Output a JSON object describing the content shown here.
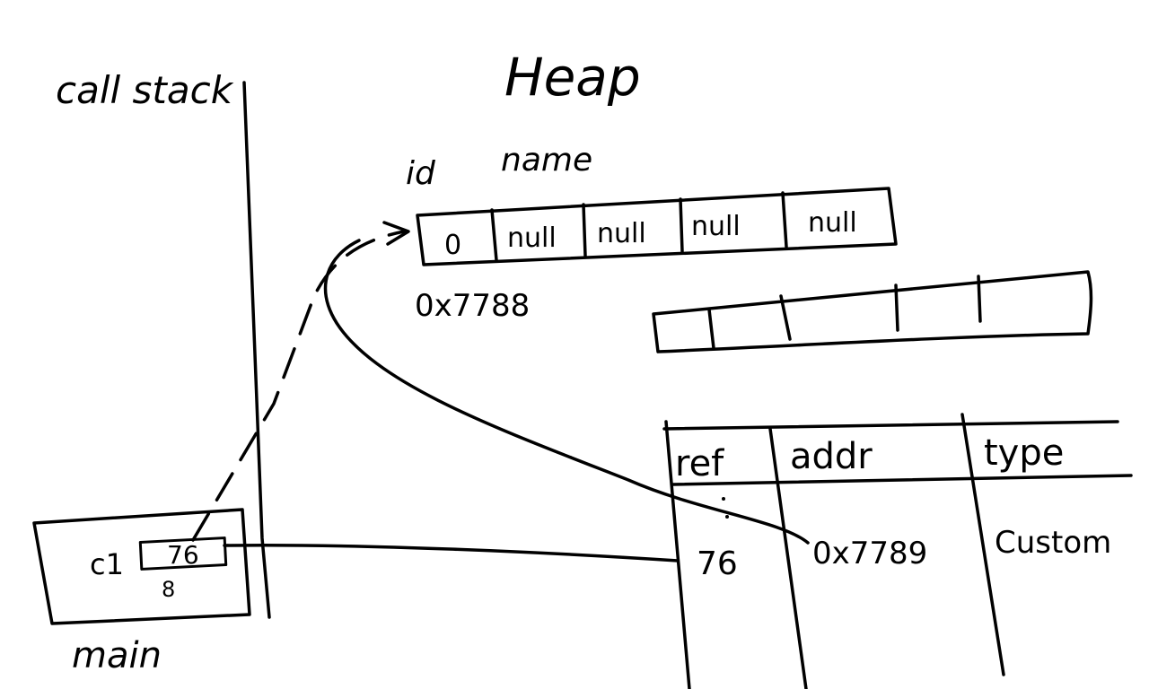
{
  "labels": {
    "call_stack": "call stack",
    "heap": "Heap",
    "id": "id",
    "name": "name",
    "main": "main"
  },
  "object_array": {
    "cells": [
      "0",
      "null",
      "null",
      "null",
      "null"
    ],
    "address": "0x7788"
  },
  "stack_frame": {
    "variable": "c1",
    "value": "76",
    "size": "8"
  },
  "ref_table": {
    "headers": [
      "ref",
      "addr",
      "type"
    ],
    "row": {
      "ref": "76",
      "addr": "0x7789",
      "type": "Custom"
    }
  }
}
